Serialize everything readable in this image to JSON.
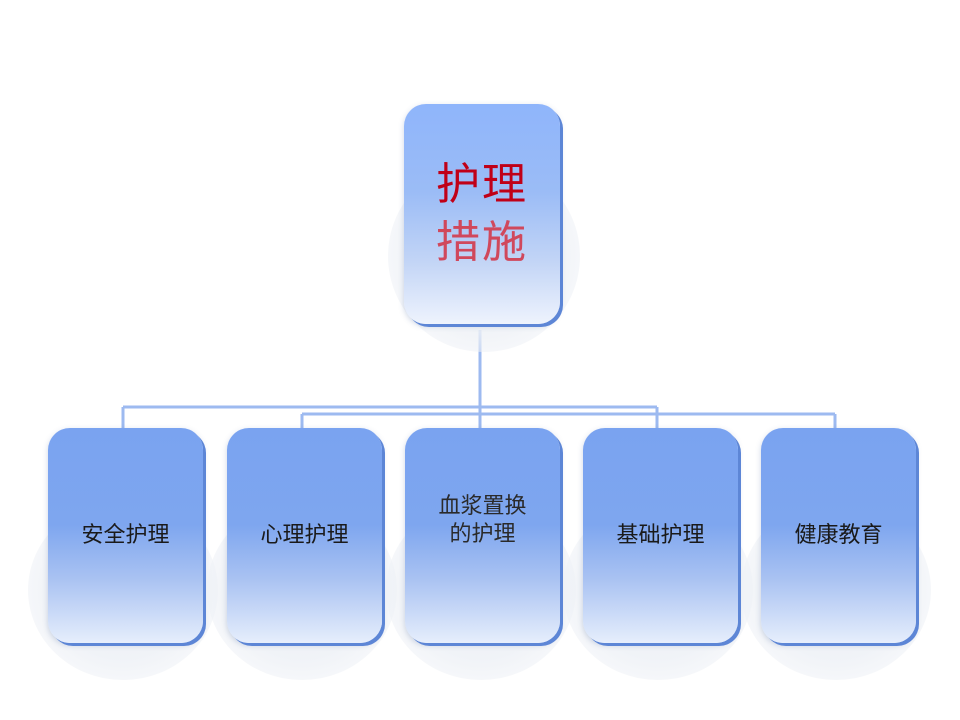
{
  "diagram": {
    "root": {
      "line1": "护理",
      "line2": "措施"
    },
    "children": [
      {
        "label": "安全护理"
      },
      {
        "label": "心理护理"
      },
      {
        "label": "血浆置换的护理"
      },
      {
        "label": "基础护理"
      },
      {
        "label": "健康教育"
      }
    ]
  },
  "colors": {
    "root_text_primary": "#c00018",
    "root_text_secondary": "#d0485c",
    "box_fill": "#7ea6ef",
    "connector": "#9dbaf0"
  }
}
